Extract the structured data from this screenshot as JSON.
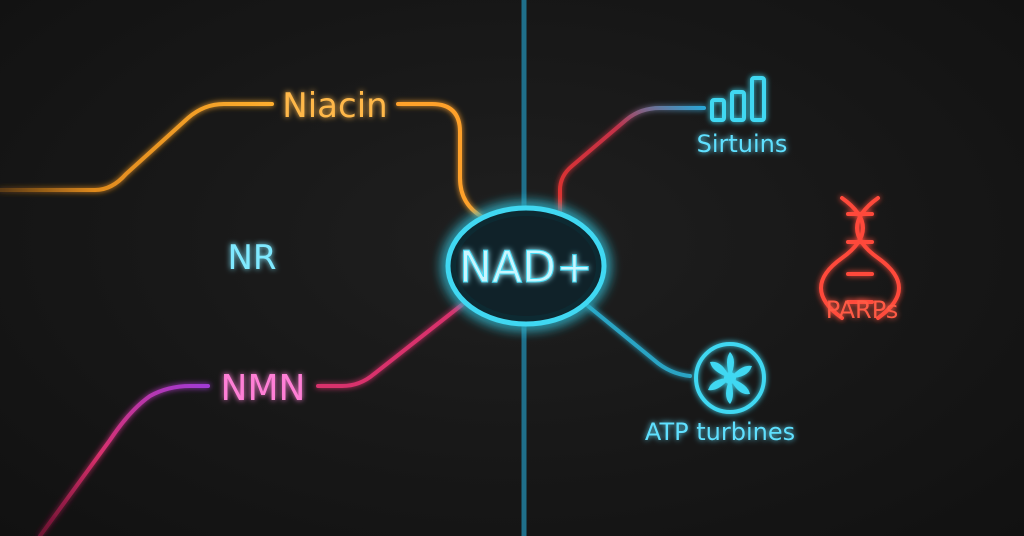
{
  "diagram": {
    "center": {
      "label": "NAD+",
      "color": "#3fd8f2"
    },
    "inputs": [
      {
        "id": "niacin",
        "label": "Niacin",
        "color": "#ffa12b"
      },
      {
        "id": "nr",
        "label": "NR",
        "color": "#3fd8f2"
      },
      {
        "id": "nmn",
        "label": "NMN",
        "color": "#ff4fc0"
      }
    ],
    "outputs": [
      {
        "id": "sirtuins",
        "label": "Sirtuins",
        "color": "#3fd8f2",
        "icon": "bar-chart-icon"
      },
      {
        "id": "parps",
        "label": "PARPs",
        "color": "#ff4a3a",
        "icon": "dna-helix-icon"
      },
      {
        "id": "atp",
        "label": "ATP turbines",
        "color": "#3fd8f2",
        "icon": "turbine-icon"
      }
    ]
  }
}
